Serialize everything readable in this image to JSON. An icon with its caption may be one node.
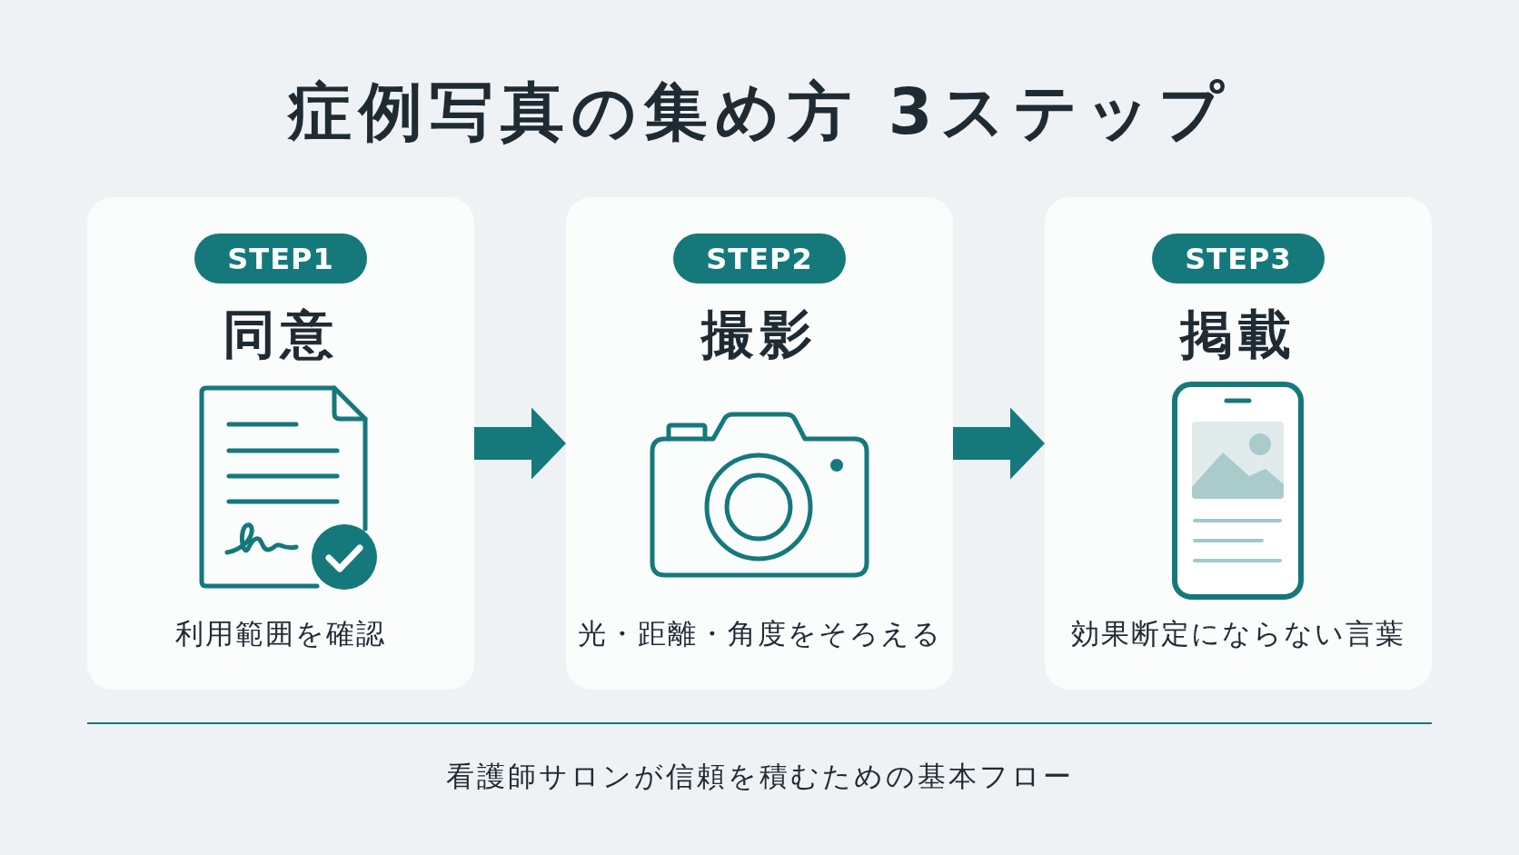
{
  "diagram": {
    "title": "症例写真の集め方 3ステップ",
    "nodes": [
      {
        "text": [
          "同意",
          "利用範囲を確認"
        ]
      },
      {
        "text": [
          "STEP1"
        ],
        "in": 0
      },
      {
        "text": [
          "撮影",
          "光・距離・角度をそろえる"
        ]
      },
      {
        "text": [
          "STEP2"
        ],
        "in": 2
      },
      {
        "text": [
          "掲載",
          "効果断定にならない言葉"
        ]
      },
      {
        "text": [
          "STEP3"
        ],
        "in": 4
      }
    ],
    "edges": [
      {
        "from": 0,
        "to": 2,
        "arrow": "to"
      },
      {
        "from": 2,
        "to": 4,
        "arrow": "to"
      }
    ],
    "caption": "看護師サロンが信頼を積むための基本フロー"
  }
}
